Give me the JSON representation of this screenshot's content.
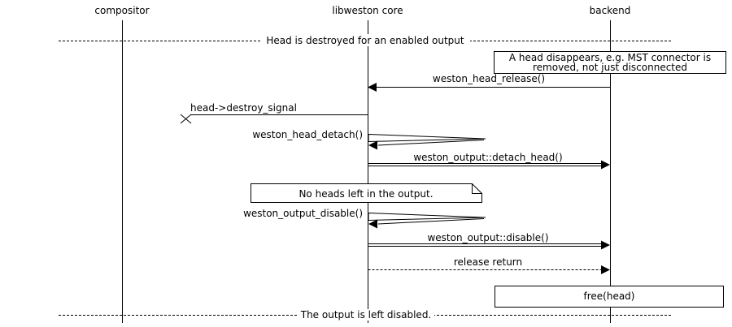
{
  "colors": {
    "background": "#ffffff",
    "line": "#000000",
    "text": "#000000"
  },
  "actors": [
    {
      "label": "compositor"
    },
    {
      "label": "libweston core"
    },
    {
      "label": "backend"
    }
  ],
  "dividers": {
    "top": {
      "label": "Head is destroyed for an enabled output"
    },
    "bottom": {
      "label": "The output is left disabled."
    }
  },
  "notes": {
    "head_disappears": {
      "line1": "A head disappears, e.g. MST connector is",
      "line2": "removed, not just disconnected"
    },
    "no_heads_left": {
      "label": "No heads left in the output."
    },
    "free_head": {
      "label": "free(head)"
    }
  },
  "messages": {
    "weston_head_release": {
      "label": "weston_head_release()"
    },
    "head_destroy_signal": {
      "label": "head->destroy_signal"
    },
    "weston_head_detach": {
      "label": "weston_head_detach()"
    },
    "weston_output_detach_head": {
      "label": "weston_output::detach_head()"
    },
    "weston_output_disable_fn": {
      "label": "weston_output_disable()"
    },
    "weston_output_disable_method": {
      "label": "weston_output::disable()"
    },
    "release_return": {
      "label": "release return"
    }
  }
}
